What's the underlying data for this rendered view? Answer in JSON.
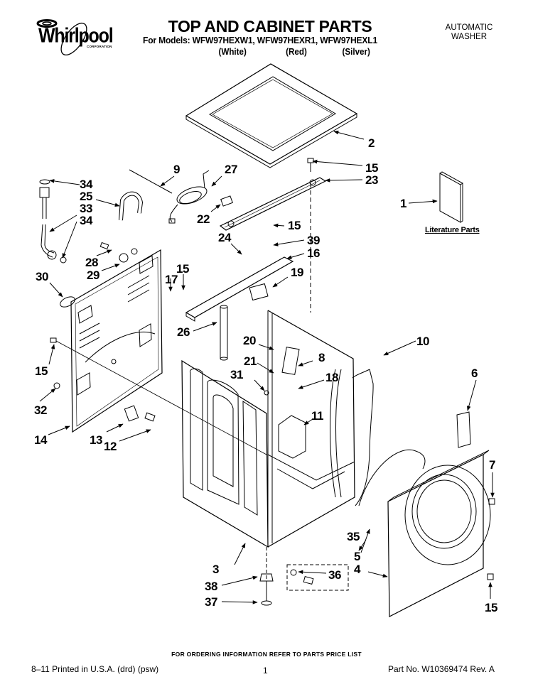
{
  "header": {
    "brand": "Whirlpool",
    "brand_sub": "CORPORATION",
    "title": "TOP AND CABINET PARTS",
    "models_line": "For Models: WFW97HEXW1, WFW97HEXR1, WFW97HEXL1",
    "model_colors": [
      "(White)",
      "(Red)",
      "(Silver)"
    ],
    "appliance_type_line1": "AUTOMATIC",
    "appliance_type_line2": "WASHER"
  },
  "diagram": {
    "literature_label": "Literature Parts",
    "callouts": [
      {
        "id": "c2",
        "label": "2"
      },
      {
        "id": "c15a",
        "label": "15"
      },
      {
        "id": "c23",
        "label": "23"
      },
      {
        "id": "c9",
        "label": "9"
      },
      {
        "id": "c27",
        "label": "27"
      },
      {
        "id": "c34a",
        "label": "34"
      },
      {
        "id": "c25",
        "label": "25"
      },
      {
        "id": "c33",
        "label": "33"
      },
      {
        "id": "c34b",
        "label": "34"
      },
      {
        "id": "c22",
        "label": "22"
      },
      {
        "id": "c1",
        "label": "1"
      },
      {
        "id": "c15b",
        "label": "15"
      },
      {
        "id": "c24",
        "label": "24"
      },
      {
        "id": "c39",
        "label": "39"
      },
      {
        "id": "c28",
        "label": "28"
      },
      {
        "id": "c16",
        "label": "16"
      },
      {
        "id": "c29",
        "label": "29"
      },
      {
        "id": "c30",
        "label": "30"
      },
      {
        "id": "c15c",
        "label": "15"
      },
      {
        "id": "c19",
        "label": "19"
      },
      {
        "id": "c17",
        "label": "17"
      },
      {
        "id": "c26",
        "label": "26"
      },
      {
        "id": "c20",
        "label": "20"
      },
      {
        "id": "c10",
        "label": "10"
      },
      {
        "id": "c8",
        "label": "8"
      },
      {
        "id": "c21",
        "label": "21"
      },
      {
        "id": "c15d",
        "label": "15"
      },
      {
        "id": "c6",
        "label": "6"
      },
      {
        "id": "c31",
        "label": "31"
      },
      {
        "id": "c18",
        "label": "18"
      },
      {
        "id": "c32",
        "label": "32"
      },
      {
        "id": "c11",
        "label": "11"
      },
      {
        "id": "c13",
        "label": "13"
      },
      {
        "id": "c14",
        "label": "14"
      },
      {
        "id": "c12",
        "label": "12"
      },
      {
        "id": "c7",
        "label": "7"
      },
      {
        "id": "c35",
        "label": "35"
      },
      {
        "id": "c5",
        "label": "5"
      },
      {
        "id": "c3",
        "label": "3"
      },
      {
        "id": "c4",
        "label": "4"
      },
      {
        "id": "c36",
        "label": "36"
      },
      {
        "id": "c38",
        "label": "38"
      },
      {
        "id": "c37",
        "label": "37"
      },
      {
        "id": "c15e",
        "label": "15"
      }
    ]
  },
  "footer": {
    "ordering_note": "FOR ORDERING INFORMATION REFER TO PARTS PRICE LIST",
    "printed": "8–11 Printed in U.S.A. (drd) (psw)",
    "page_number": "1",
    "part_number": "Part No. W10369474 Rev. A"
  }
}
